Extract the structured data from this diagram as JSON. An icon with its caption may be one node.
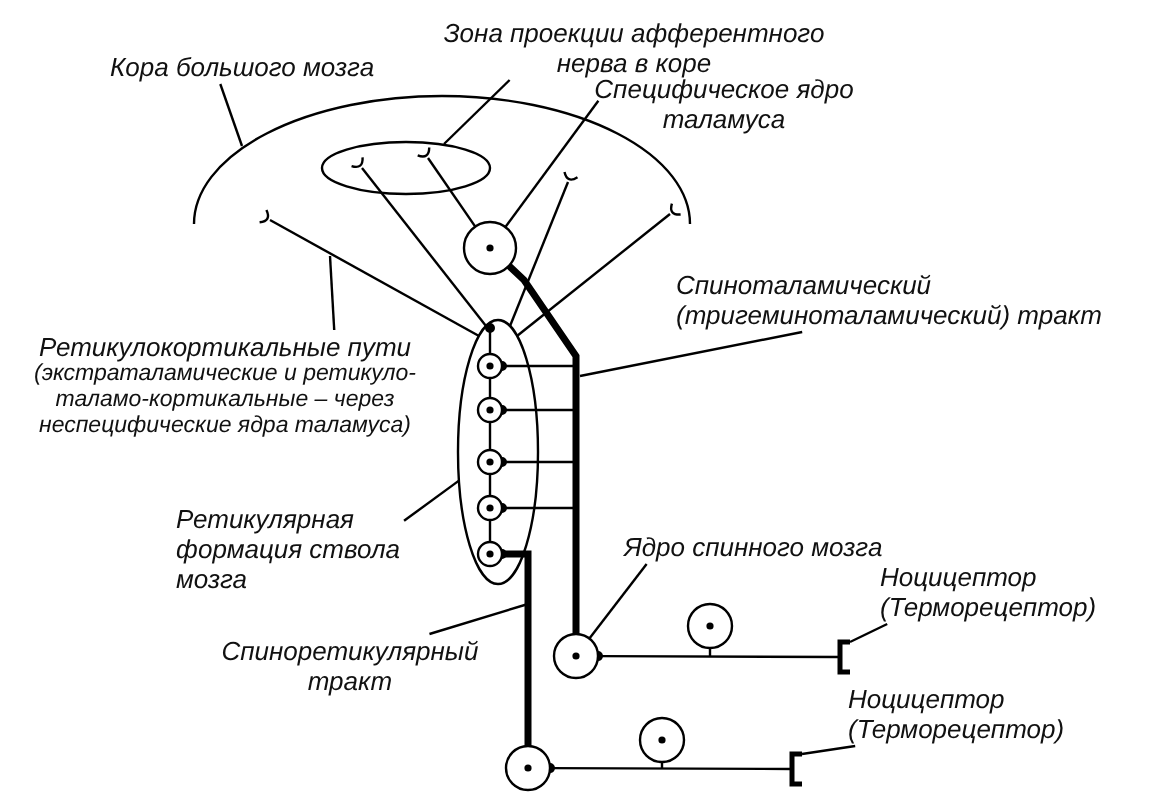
{
  "diagram": {
    "nodes": [
      {
        "text": [
          "Кора большого мозга"
        ]
      },
      {
        "text": [],
        "shape": "arc"
      },
      {
        "text": [
          "Зона проекции афферентного нерва в коре"
        ]
      },
      {
        "text": [],
        "shape": "ellipse",
        "in": 1
      },
      {
        "text": [
          "Специфическое ядро таламуса"
        ]
      },
      {
        "text": [],
        "shape": "circle"
      },
      {
        "text": [
          "Спиноталамический (тригеминоталамический) тракт"
        ]
      },
      {
        "text": [
          "Ретикулокортикальные пути",
          "(экстраталамические и ретикуло-таламо-кортикальные – через неспецифические ядра таламуса)"
        ]
      },
      {
        "text": [],
        "shape": "ellipse"
      },
      {
        "text": [
          "Ретикулярная формация ствола мозга"
        ]
      },
      {
        "text": [],
        "shape": "circle",
        "in": 8
      },
      {
        "text": [],
        "shape": "circle",
        "in": 8
      },
      {
        "text": [],
        "shape": "circle",
        "in": 8
      },
      {
        "text": [],
        "shape": "circle",
        "in": 8
      },
      {
        "text": [],
        "shape": "circle",
        "in": 8
      },
      {
        "text": [
          "Ядро спинного мозга"
        ]
      },
      {
        "text": [],
        "shape": "circle"
      },
      {
        "text": [],
        "shape": "circle"
      },
      {
        "text": [],
        "shape": "circle"
      },
      {
        "text": [],
        "shape": "circle"
      },
      {
        "text": [
          "Ноцицептор (Терморецептор)"
        ]
      },
      {
        "text": [],
        "shape": "bar"
      },
      {
        "text": [
          "Ноцицептор (Терморецептор)"
        ]
      },
      {
        "text": [],
        "shape": "bar"
      },
      {
        "text": [
          "Спиноретикулярный тракт"
        ]
      }
    ],
    "edges": [
      {
        "from": 0,
        "to": 1,
        "arrow": "none"
      },
      {
        "from": 2,
        "to": 3,
        "arrow": "none"
      },
      {
        "from": 4,
        "to": 5,
        "arrow": "none"
      },
      {
        "from": 6,
        "to": null,
        "arrow": "none"
      },
      {
        "from": 7,
        "to": null,
        "arrow": "none"
      },
      {
        "from": 9,
        "to": 8,
        "arrow": "none"
      },
      {
        "from": 15,
        "to": 16,
        "arrow": "none"
      },
      {
        "from": 20,
        "to": 21,
        "arrow": "none"
      },
      {
        "from": 22,
        "to": 23,
        "arrow": "none"
      },
      {
        "from": 24,
        "to": null,
        "arrow": "none"
      },
      {
        "from": 21,
        "to": 16,
        "arrow": "other"
      },
      {
        "from": 23,
        "to": 17,
        "arrow": "other"
      },
      {
        "from": 16,
        "to": 5,
        "arrow": "other",
        "style": "thick"
      },
      {
        "from": 16,
        "to": 10,
        "arrow": "other"
      },
      {
        "from": 16,
        "to": 11,
        "arrow": "other"
      },
      {
        "from": 16,
        "to": 12,
        "arrow": "other"
      },
      {
        "from": 16,
        "to": 13,
        "arrow": "other"
      },
      {
        "from": 17,
        "to": 14,
        "arrow": "other",
        "style": "thick"
      },
      {
        "from": 14,
        "to": 13,
        "arrow": "none"
      },
      {
        "from": 13,
        "to": 12,
        "arrow": "none"
      },
      {
        "from": 12,
        "to": 11,
        "arrow": "none"
      },
      {
        "from": 11,
        "to": 10,
        "arrow": "none"
      },
      {
        "from": 5,
        "to": 3,
        "arrow": "other"
      },
      {
        "from": 8,
        "to": 1,
        "arrow": "other"
      },
      {
        "from": 8,
        "to": 3,
        "arrow": "other"
      },
      {
        "from": 8,
        "to": 1,
        "arrow": "other"
      },
      {
        "from": 8,
        "to": 1,
        "arrow": "other"
      },
      {
        "from": 10,
        "to": 8,
        "arrow": "other"
      }
    ]
  }
}
